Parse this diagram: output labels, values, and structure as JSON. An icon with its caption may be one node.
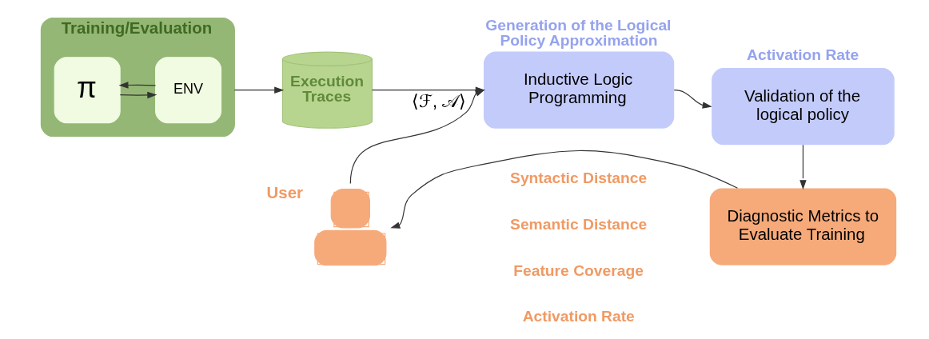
{
  "diagram": {
    "nodes": [
      {
        "text": [
          "Training/Evaluation"
        ]
      },
      {
        "text": [
          "π"
        ],
        "in": 0
      },
      {
        "text": [
          "ENV"
        ],
        "in": 0
      },
      {
        "text": [
          "Execution Traces"
        ]
      },
      {
        "text": [
          "Generation of the Logical Policy Approximation",
          "Inductive Logic Programming"
        ]
      },
      {
        "text": [
          "Activation Rate",
          "Validation of the logical policy"
        ]
      },
      {
        "text": [
          "Diagnostic Metrics to Evaluate Training"
        ]
      },
      {
        "text": [
          "User"
        ]
      }
    ],
    "edges": [
      {
        "from": 1,
        "to": 2,
        "arrow": "to"
      },
      {
        "from": 2,
        "to": 1,
        "arrow": "to"
      },
      {
        "from": 0,
        "to": 3,
        "arrow": "to"
      },
      {
        "from": 3,
        "to": 4,
        "arrow": "to"
      },
      {
        "from": 7,
        "to": 4,
        "arrow": "to",
        "label": "⟨ℱ, 𝒜⟩"
      },
      {
        "from": 4,
        "to": 5,
        "arrow": "to"
      },
      {
        "from": 5,
        "to": 6,
        "arrow": "to"
      },
      {
        "from": 6,
        "to": 7,
        "arrow": "to"
      }
    ],
    "labels": [
      "Syntactic Distance",
      "Semantic Distance",
      "Feature Coverage",
      "Activation Rate"
    ]
  }
}
